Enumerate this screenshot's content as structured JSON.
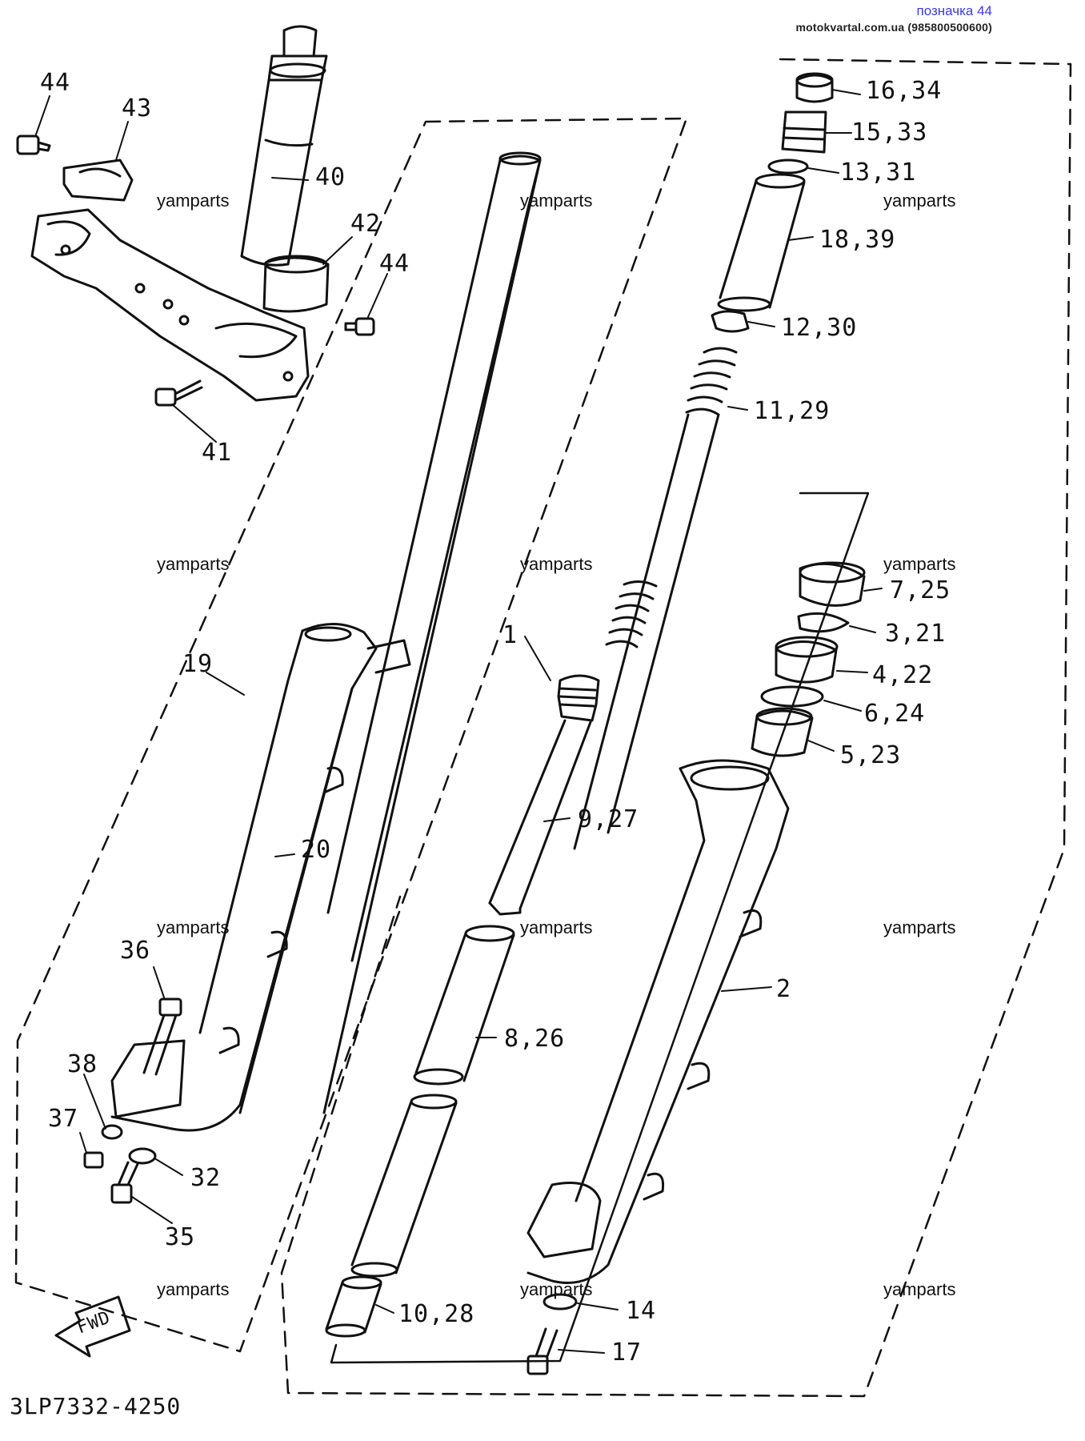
{
  "header": {
    "designation_link": "позначка 44",
    "site_line": "motokvartal.com.ua (985800500600)"
  },
  "watermark": "yamparts",
  "drawing_code": "3LP7332-4250",
  "fwd_label": "FWD",
  "callouts": {
    "p44a": "44",
    "p43": "43",
    "p40": "40",
    "p42": "42",
    "p44b": "44",
    "p41": "41",
    "p19": "19",
    "p20": "20",
    "p1": "1",
    "p36": "36",
    "p38": "38",
    "p37": "37",
    "p32": "32",
    "p35": "35",
    "p16_34": "16,34",
    "p15_33": "15,33",
    "p13_31": "13,31",
    "p18_39": "18,39",
    "p12_30": "12,30",
    "p11_29": "11,29",
    "p7_25": "7,25",
    "p3_21": "3,21",
    "p4_22": "4,22",
    "p6_24": "6,24",
    "p5_23": "5,23",
    "p9_27": "9,27",
    "p2": "2",
    "p8_26": "8,26",
    "p10_28": "10,28",
    "p14": "14",
    "p17": "17"
  }
}
